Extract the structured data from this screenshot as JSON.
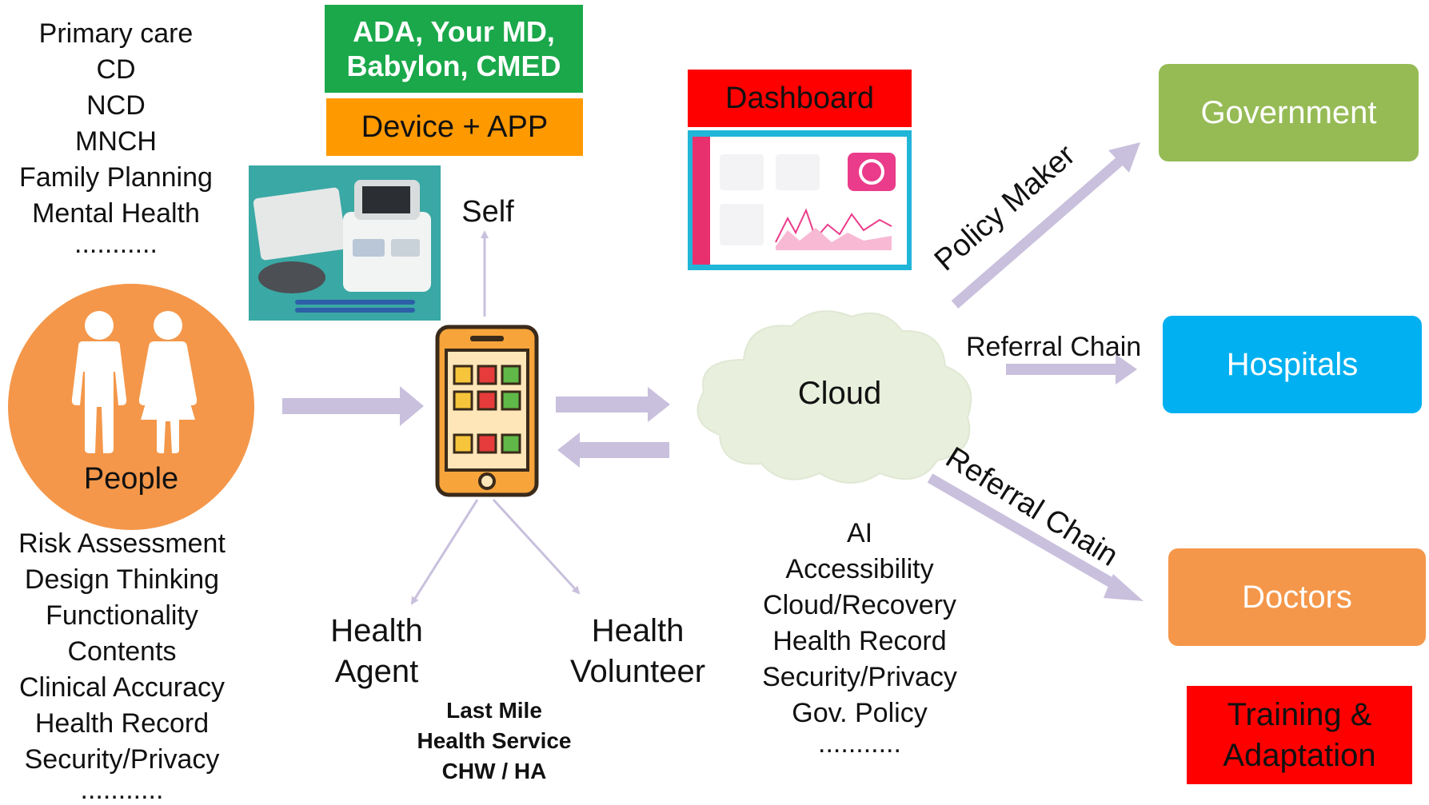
{
  "top_left_list": [
    "Primary care",
    "CD",
    "NCD",
    "MNCH",
    "Family Planning",
    "Mental Health",
    "..........."
  ],
  "apps_box": {
    "line1": "ADA, Your MD,",
    "line2": "Babylon, CMED",
    "color": "#1aa84a"
  },
  "device_box": {
    "label": "Device + APP",
    "color": "#ff9900"
  },
  "self_label": "Self",
  "people": {
    "label": "People",
    "color": "#f4974a"
  },
  "bottom_left_list": [
    "Risk Assessment",
    "Design Thinking",
    "Functionality",
    "Contents",
    "Clinical Accuracy",
    "Health Record",
    "Security/Privacy",
    "..........."
  ],
  "health_agent": {
    "line1": "Health",
    "line2": "Agent"
  },
  "health_volunteer": {
    "line1": "Health",
    "line2": "Volunteer"
  },
  "last_mile": [
    "Last Mile",
    "Health Service",
    "CHW / HA"
  ],
  "dashboard": {
    "label": "Dashboard",
    "color": "#ff0000"
  },
  "cloud": {
    "label": "Cloud",
    "color": "#e8efdc"
  },
  "cloud_list": [
    "AI",
    "Accessibility",
    "Cloud/Recovery",
    "Health Record",
    "Security/Privacy",
    "Gov. Policy",
    "..........."
  ],
  "policy_maker": "Policy Maker",
  "referral_chain_1": "Referral Chain",
  "referral_chain_2": "Referral Chain",
  "government": {
    "label": "Government",
    "color": "#96bb55"
  },
  "hospitals": {
    "label": "Hospitals",
    "color": "#00b0f0"
  },
  "doctors": {
    "label": "Doctors",
    "color": "#f4974a"
  },
  "training": {
    "line1": "Training &",
    "line2": "Adaptation",
    "color": "#ff0000"
  },
  "arrow_color": "#c9c0dd"
}
